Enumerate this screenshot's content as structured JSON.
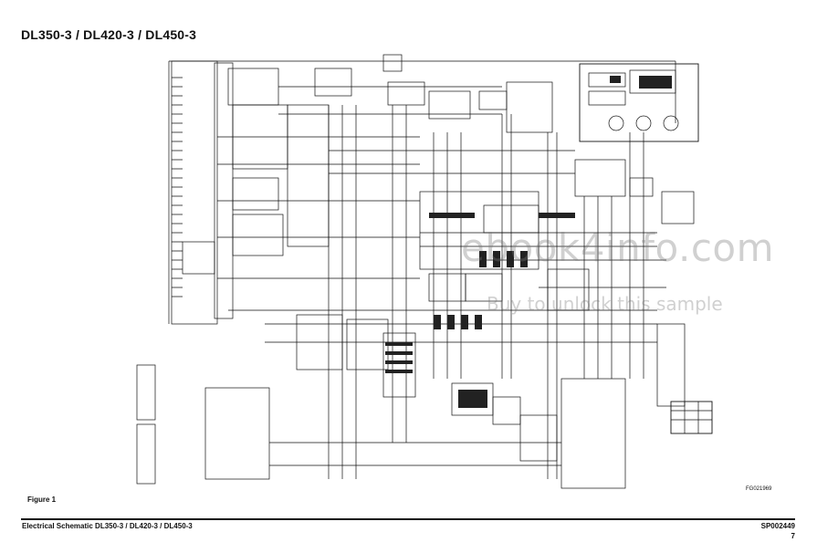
{
  "header": {
    "title": "DL350-3 / DL420-3 / DL450-3"
  },
  "figure": {
    "label": "Figure 1",
    "code": "FG021969"
  },
  "footer": {
    "left": "Electrical Schematic DL350-3 / DL420-3 / DL450-3",
    "right": "SP002449",
    "page": "7"
  },
  "watermark": {
    "line1": "ebook4info.com",
    "line2": "Buy to unlock this sample"
  },
  "colors": {
    "ink": "#111111",
    "background": "#ffffff",
    "watermark": "#9a9a9a"
  }
}
